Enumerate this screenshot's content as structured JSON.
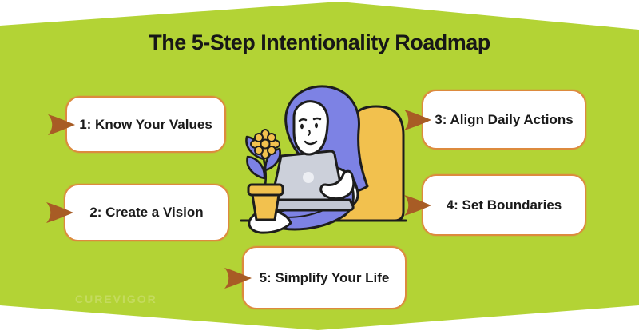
{
  "title": "The 5-Step Intentionality Roadmap",
  "steps": [
    {
      "label": "1: Know Your Values"
    },
    {
      "label": "2: Create a Vision"
    },
    {
      "label": "3: Align Daily Actions"
    },
    {
      "label": "4: Set Boundaries"
    },
    {
      "label": "5: Simplify Your Life"
    }
  ],
  "watermark": "CUREVIGOR",
  "colors": {
    "page_background": "#ffffff",
    "banner_green": "#b3d335",
    "card_fill": "#ffffff",
    "card_border": "#dd8a3e",
    "arrow_brown": "#a85c25",
    "text_black": "#1a1a1a",
    "illustration_purple": "#7d82e4",
    "illustration_yellow": "#f2c14e",
    "laptop_gray": "#ccd0da",
    "watermark_green": "#c8dd66"
  },
  "icons": {
    "step_marker": "arrow-icon",
    "center_art": "person-on-chair-with-laptop-and-potted-plant"
  }
}
